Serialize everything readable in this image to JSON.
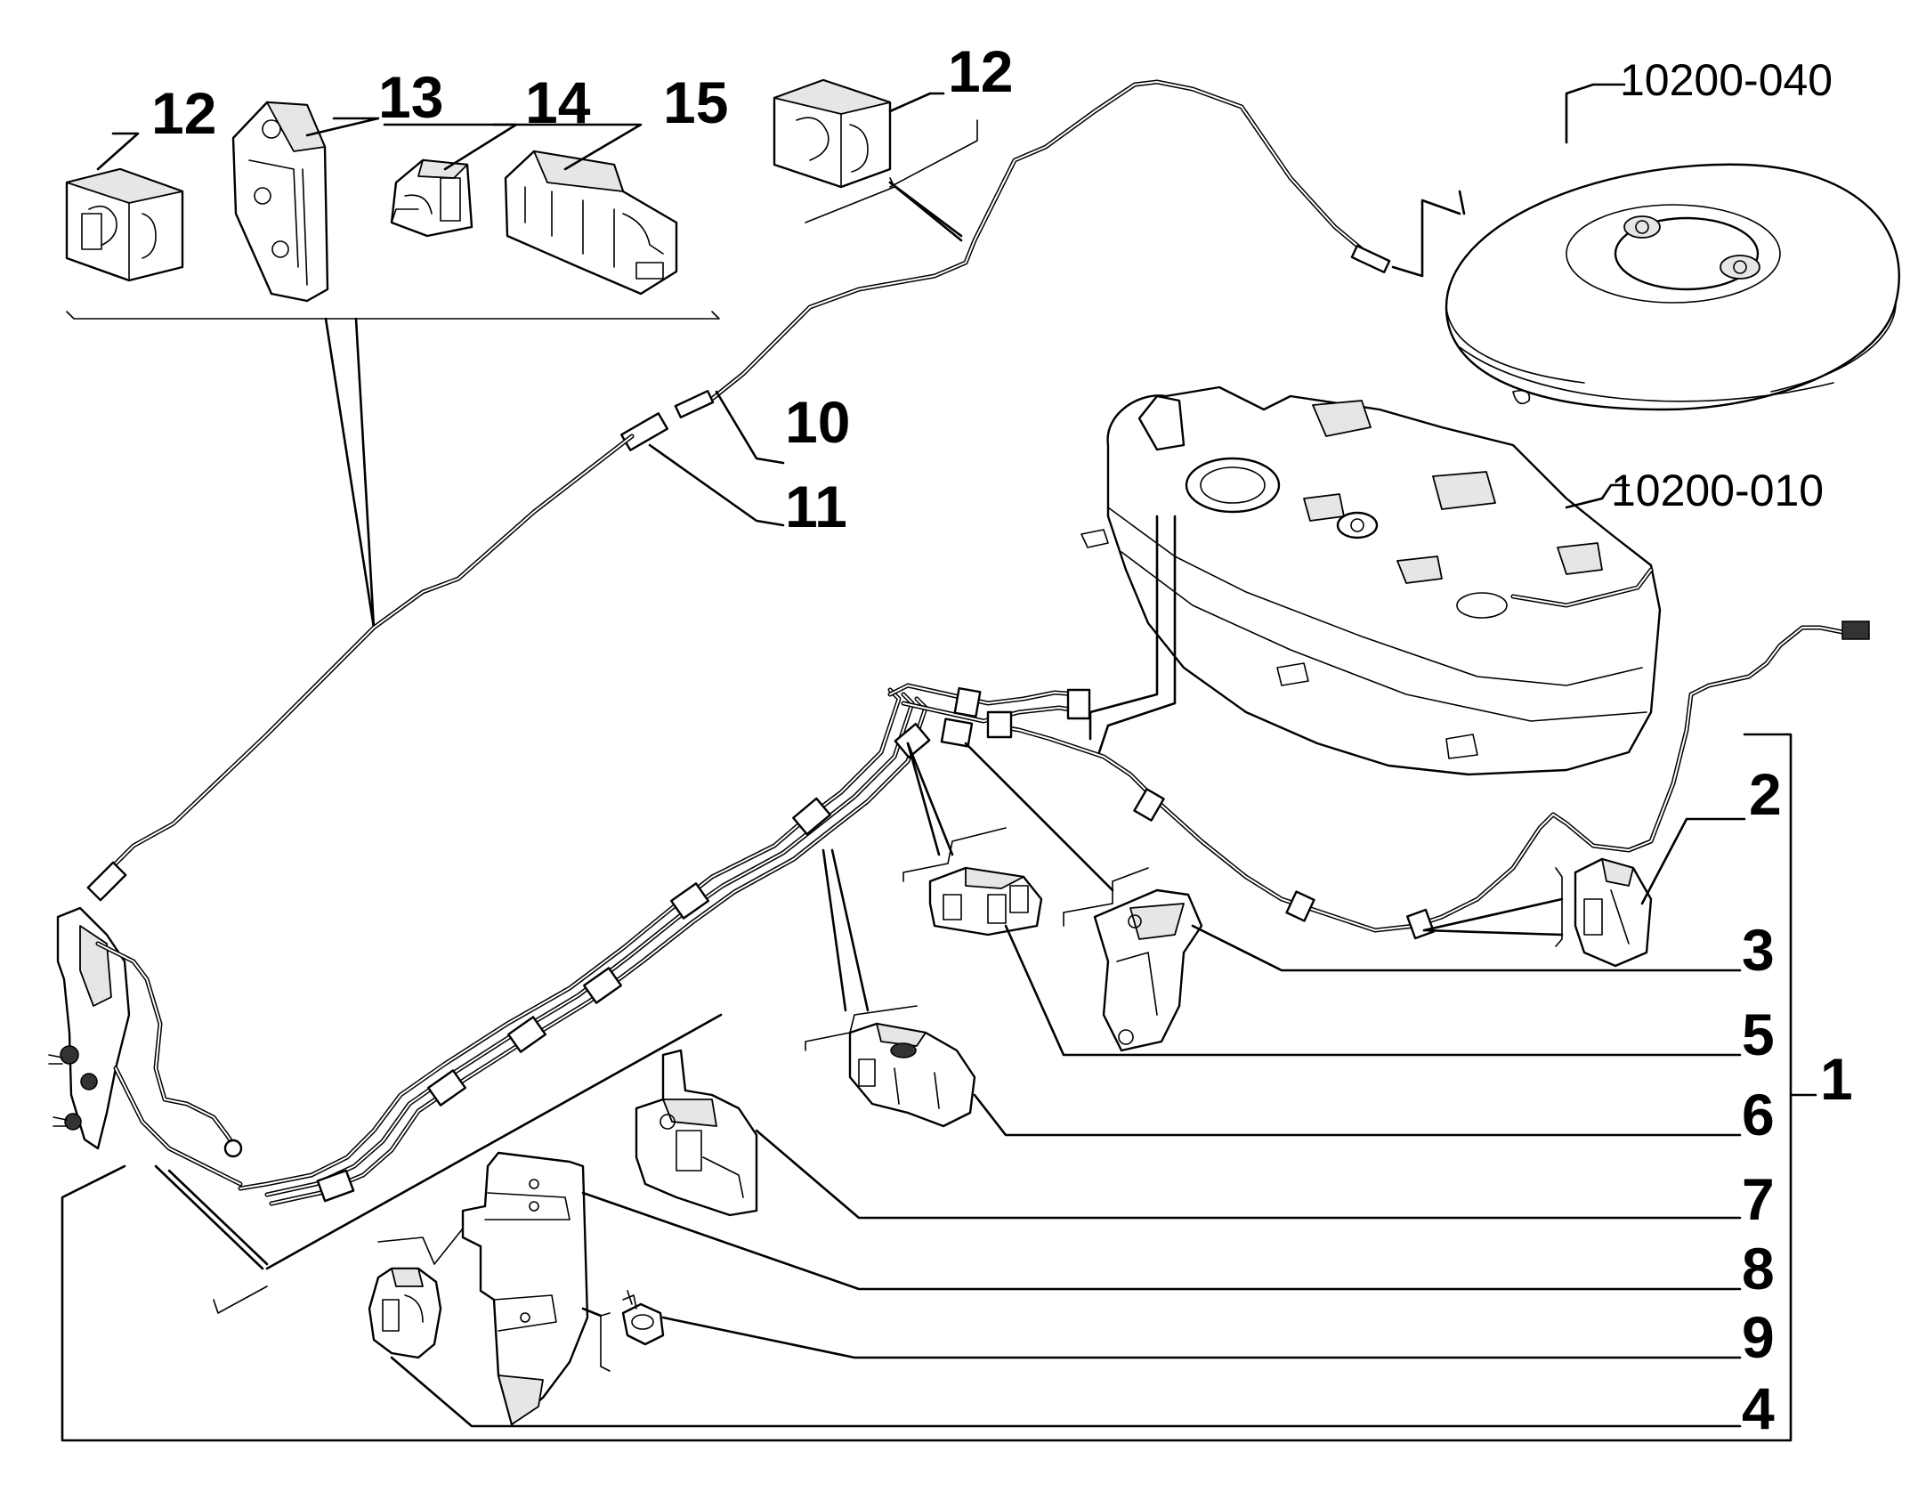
{
  "callouts": {
    "c12a": "12",
    "c13": "13",
    "c14": "14",
    "c15": "15",
    "c12b": "12",
    "c10200_040": "10200-040",
    "c10": "10",
    "c11": "11",
    "c10200_010": "10200-010",
    "c2": "2",
    "c3": "3",
    "c5": "5",
    "c1": "1",
    "c6": "6",
    "c7": "7",
    "c8": "8",
    "c9": "9",
    "c4": "4"
  },
  "icons": {
    "tank": "lpg-toroidal-tank-icon",
    "fuel_tank": "fuel-tank-icon",
    "clip": "pipe-clip-icon",
    "bracket": "bracket-icon",
    "bolt": "bolt-icon"
  }
}
